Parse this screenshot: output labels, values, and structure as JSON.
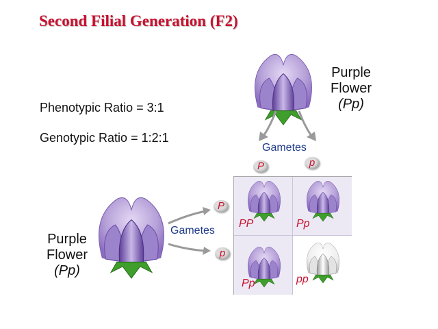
{
  "title": "Second Filial Generation (F2)",
  "phenotypic_ratio": "Phenotypic Ratio =  3:1",
  "genotypic_ratio": "Genotypic Ratio = 1:2:1",
  "top_parent": {
    "line1": "Purple",
    "line2": "Flower",
    "genotype": "(Pp)"
  },
  "left_parent": {
    "line1": "Purple",
    "line2": "Flower",
    "genotype": "(Pp)"
  },
  "top_gametes": {
    "label": "Gametes",
    "allele_1": "P",
    "allele_2": "p"
  },
  "left_gametes": {
    "label": "Gametes",
    "allele_1": "P",
    "allele_2": "p"
  },
  "punnett": [
    {
      "genotype": "PP",
      "flower": "purple"
    },
    {
      "genotype": "Pp",
      "flower": "purple"
    },
    {
      "genotype": "Pp",
      "flower": "purple"
    },
    {
      "genotype": "pp",
      "flower": "white"
    }
  ],
  "colors": {
    "title": "#c8102e",
    "allele_text": "#c8102e",
    "gamete_text": "#1f3a8a",
    "purple_petal": "#b7a2d9",
    "purple_dark": "#6e4fa8",
    "white_petal": "#f1f1f1",
    "sepal_green": "#3f9e2c",
    "grid_bg": "#ece9f4"
  }
}
